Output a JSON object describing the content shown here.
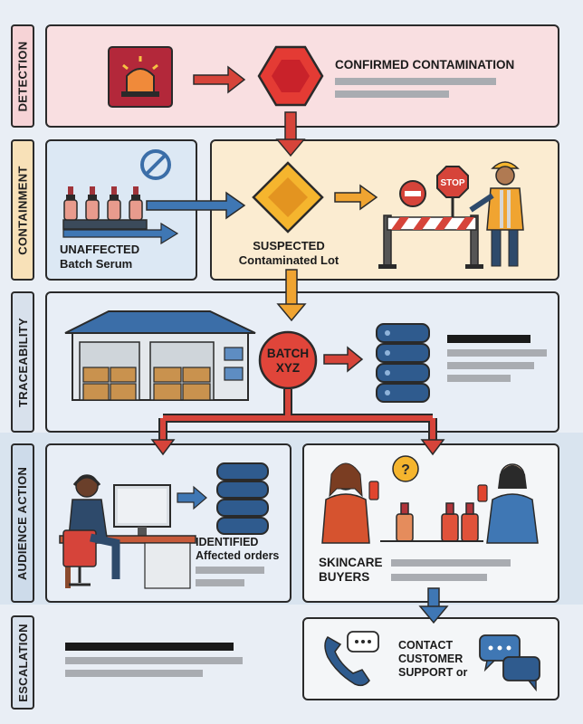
{
  "lanes": {
    "detection": "DETECTION",
    "containment": "CONTAINMENT",
    "traceability": "TRACEABILITY",
    "audience": "AUDIENCE ACTION",
    "escalation": "ESCALATION"
  },
  "detection": {
    "title": "CONFIRMED CONTAMINATION"
  },
  "containment": {
    "unaffected_line1": "UNAFFECTED",
    "unaffected_line2": "Batch Serum",
    "suspected_line1": "SUSPECTED",
    "suspected_line2": "Contaminated Lot",
    "stop_sign": "STOP"
  },
  "traceability": {
    "batch_line1": "BATCH",
    "batch_line2": "XYZ"
  },
  "audience": {
    "identified_line1": "IDENTIFIED",
    "identified_line2": "Affected orders",
    "buyers_line1": "SKINCARE",
    "buyers_line2": "BUYERS",
    "question_mark": "?"
  },
  "escalation": {
    "contact_line1": "CONTACT",
    "contact_line2": "CUSTOMER",
    "contact_line3": "SUPPORT or"
  },
  "colors": {
    "detection_bg": "#f9dfe1",
    "containment_bg": "#fbecd1",
    "traceability_bg": "#e6ecf4",
    "audience_bg": "#dbe6f1",
    "arrow_red": "#d6443a",
    "arrow_orange": "#f0a431",
    "arrow_blue": "#3f77b4"
  }
}
